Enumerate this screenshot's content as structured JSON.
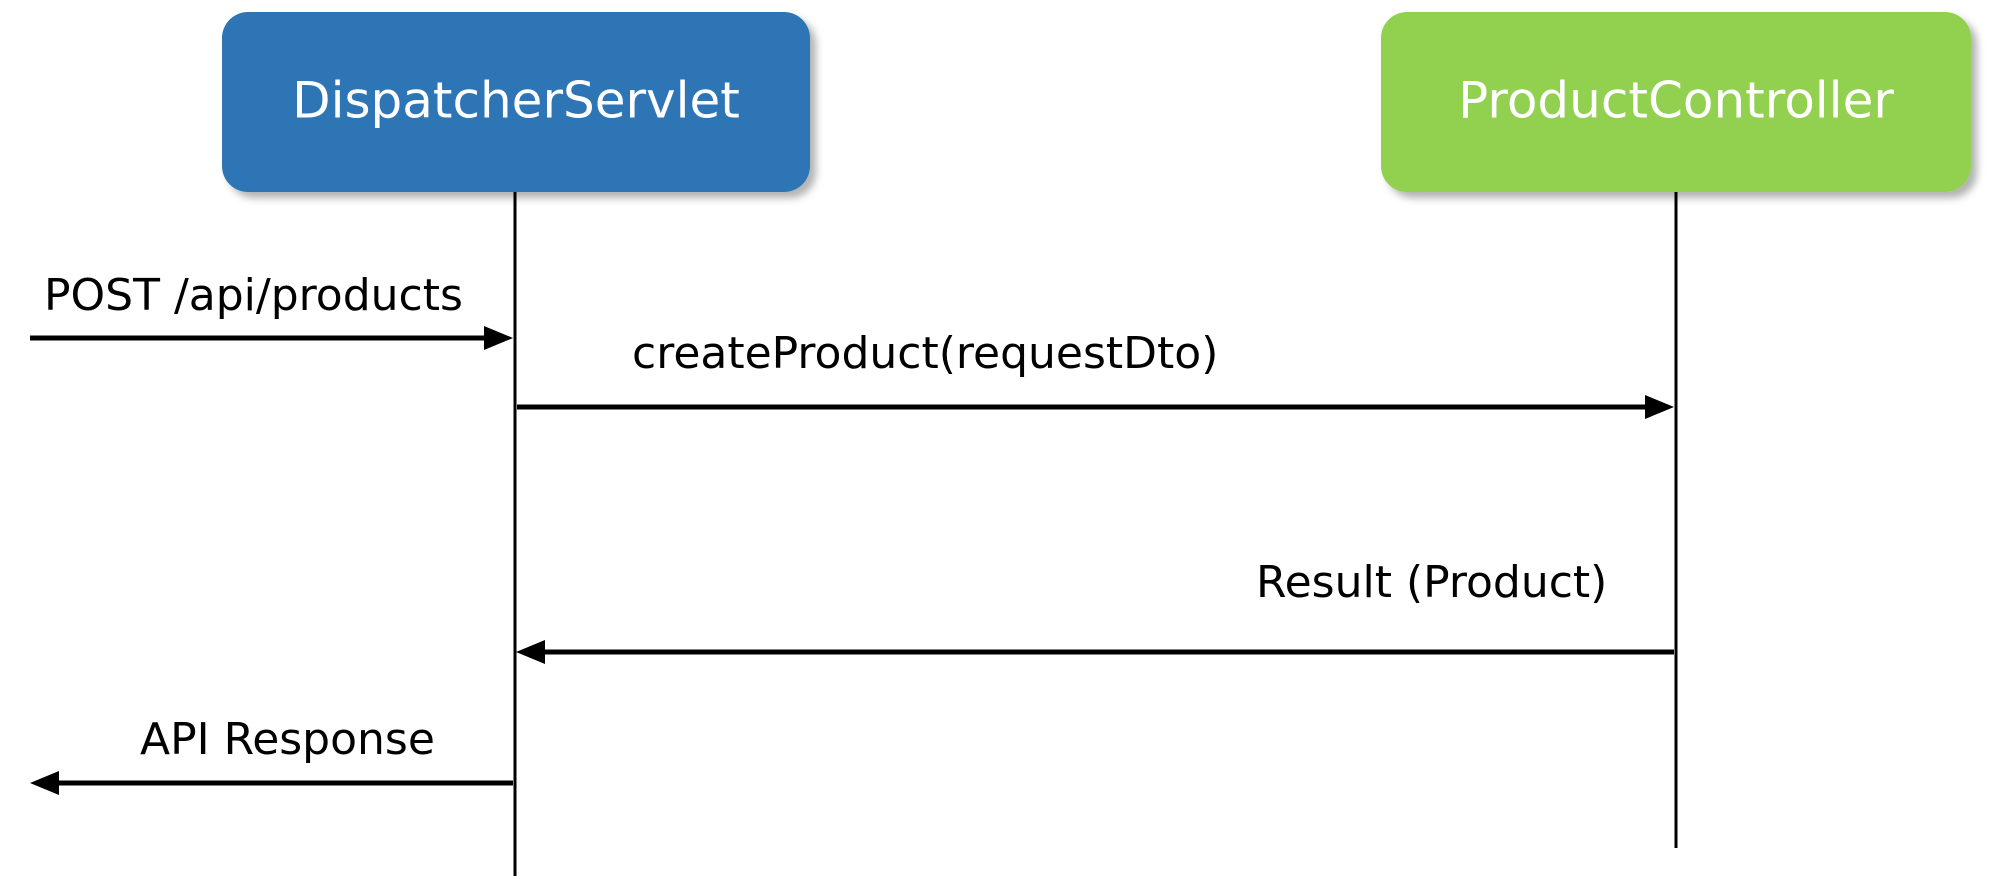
{
  "participants": {
    "dispatcher": {
      "label": "DispatcherServlet",
      "color": "#2E74B5"
    },
    "controller": {
      "label": "ProductController",
      "color": "#92D050"
    }
  },
  "messages": {
    "request": {
      "label": "POST /api/products"
    },
    "create": {
      "label": "createProduct(requestDto)"
    },
    "result": {
      "label": "Result (Product)"
    },
    "response": {
      "label": "API Response"
    }
  }
}
